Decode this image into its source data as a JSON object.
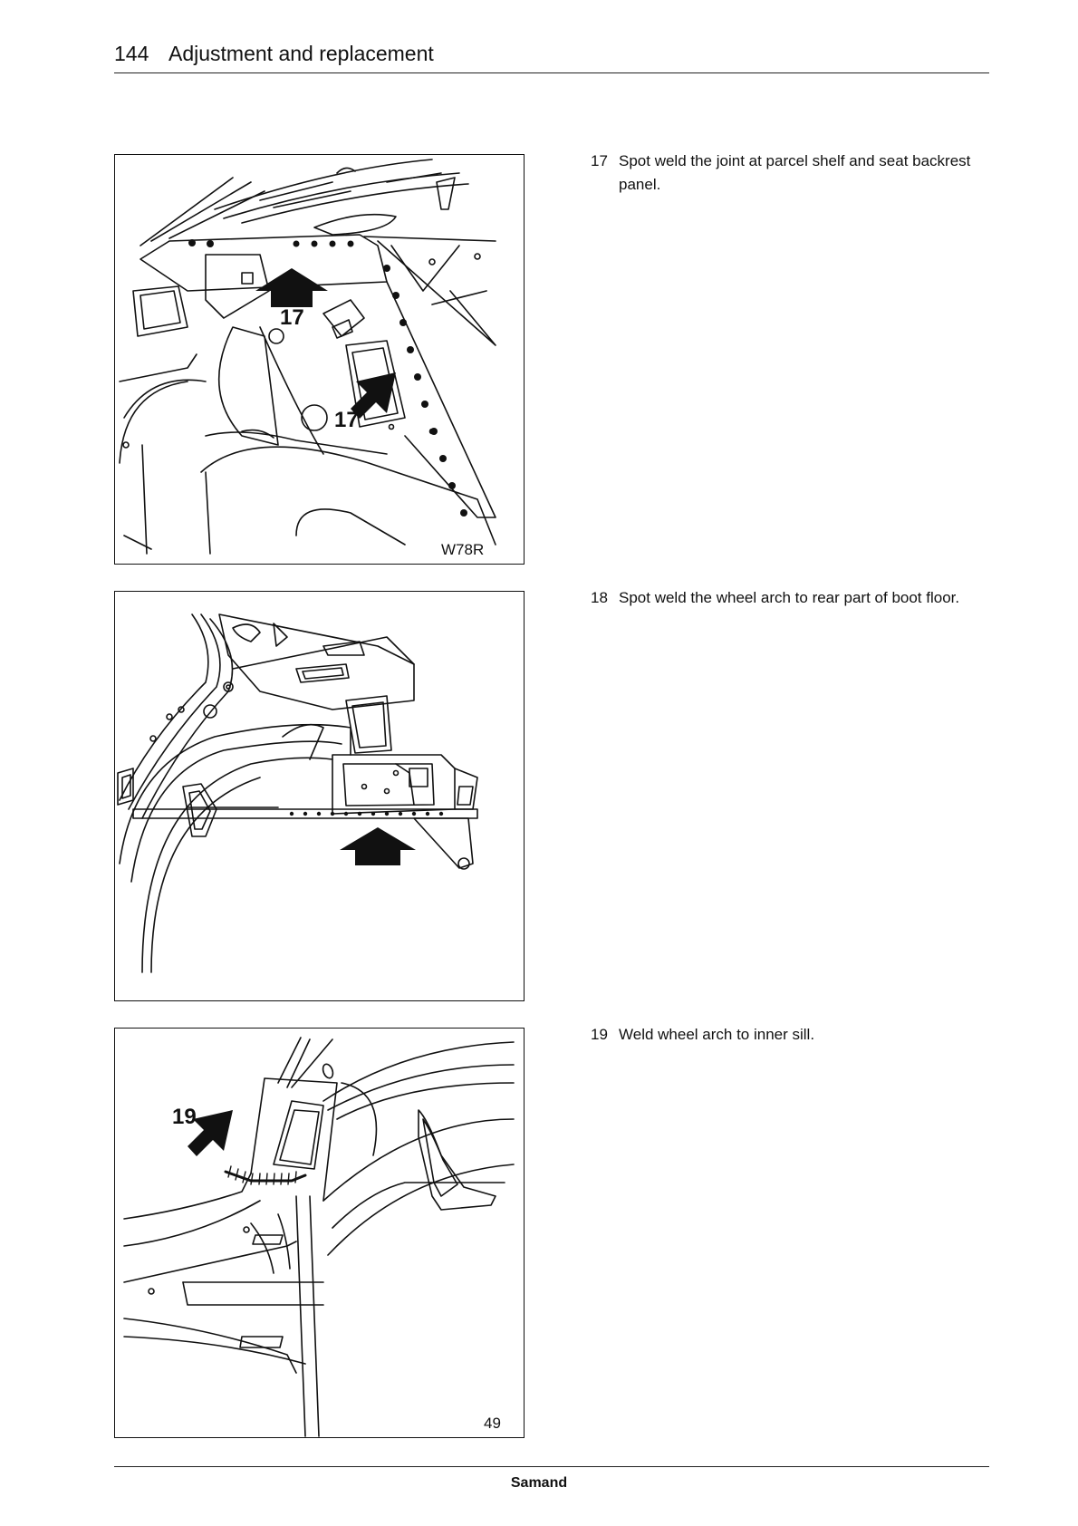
{
  "header": {
    "page_number": "144",
    "title": "Adjustment and replacement"
  },
  "figures": [
    {
      "code": "W78R",
      "callouts": [
        "17",
        "17"
      ]
    },
    {
      "code": "",
      "callouts": []
    },
    {
      "code": "49",
      "callouts": [
        "19"
      ]
    }
  ],
  "steps": [
    {
      "number": "17",
      "text": "Spot weld the joint at parcel shelf and seat backrest panel."
    },
    {
      "number": "18",
      "text": "Spot weld the wheel arch to rear part of boot floor."
    },
    {
      "number": "19",
      "text": "Weld wheel arch to inner sill."
    }
  ],
  "footer": {
    "brand": "Samand"
  }
}
